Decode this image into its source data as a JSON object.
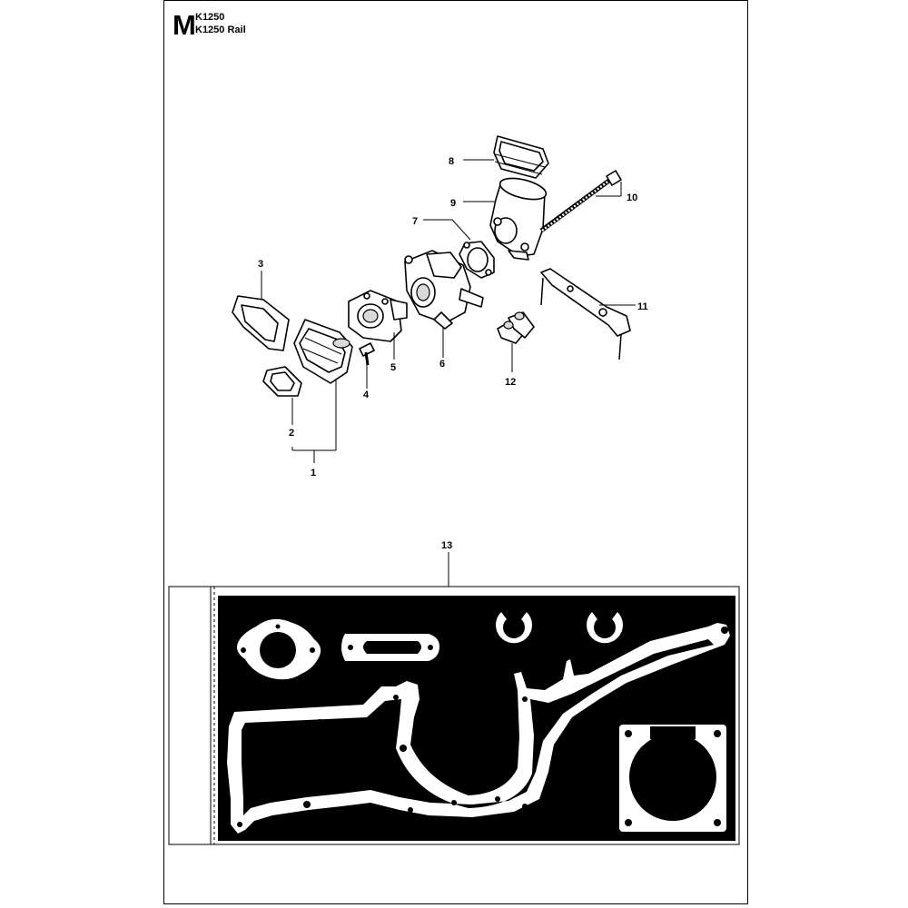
{
  "header": {
    "section_letter": "M",
    "model_lines": [
      "K1250",
      "K1250 Rail"
    ]
  },
  "callouts": [
    "1",
    "2",
    "3",
    "4",
    "5",
    "6",
    "7",
    "8",
    "9",
    "10",
    "11",
    "12",
    "13"
  ],
  "colors": {
    "ink": "#000000",
    "paper": "#ffffff",
    "gasket_sheet": "#000000"
  }
}
